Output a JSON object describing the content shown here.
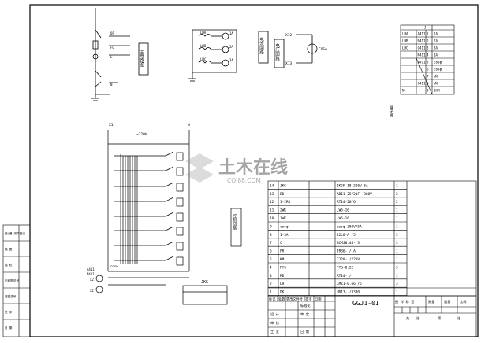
{
  "power_source": {
    "title": "主电路图",
    "voltage": "~220V",
    "bus_left": "X1",
    "bus_right": "N",
    "components": [
      "QF",
      "FU",
      "L",
      "N"
    ]
  },
  "current_circuit": {
    "title": "电流回路",
    "meters": [
      "LHA",
      "LHB",
      "LHC"
    ],
    "ammeter_labels": [
      "1A",
      "2A",
      "3A"
    ]
  },
  "voltage_circuit": {
    "title": "电压回路",
    "terminals": [
      "X12",
      "X13"
    ],
    "meter": "COSφ"
  },
  "control_circuit": {
    "title": "控制回路",
    "bottom_labels": [
      "A411",
      "N411",
      "cosφ",
      "X2",
      "X2"
    ],
    "terminal_block": "JKG"
  },
  "terminal_table": {
    "title": "端子排",
    "header": "J",
    "rows": [
      [
        "LHA",
        "A411",
        "1",
        "1A"
      ],
      [
        "LHB",
        "B411",
        "2",
        "2A"
      ],
      [
        "LHC",
        "C411",
        "3",
        "3A"
      ],
      [
        "",
        "N411",
        "4",
        "3A"
      ],
      [
        "",
        "A411",
        "5",
        "cosφ"
      ],
      [
        "",
        "",
        "6",
        "cosφ"
      ],
      [
        "",
        "",
        "7",
        "WK"
      ],
      [
        "",
        "C411",
        "8",
        "WK"
      ],
      [
        "N",
        "",
        "9",
        "1KM"
      ]
    ]
  },
  "parts_table": {
    "rows": [
      [
        "14",
        "JKG",
        "JKGF-18 220V 5A",
        "1"
      ],
      [
        "13",
        "BD",
        "AD11-25/21F ~380V",
        "2"
      ],
      [
        "12",
        "1-2RD",
        "RT14-20/6",
        "2"
      ],
      [
        "11",
        "2WK",
        "LW5-16",
        "1"
      ],
      [
        "10",
        "1WK",
        "LW5-16",
        "1"
      ],
      [
        "9",
        "cosφ",
        "cosφ-380V/5A",
        "1"
      ],
      [
        "8",
        "1-3A",
        "42L6-A /5",
        "3"
      ],
      [
        "7",
        "C",
        "BCMJ0.44- 3",
        "3"
      ],
      [
        "6",
        "FR",
        "JR36- / A",
        "1"
      ],
      [
        "5",
        "KM",
        "CJ20- /220V",
        "1"
      ],
      [
        "4",
        "FYS",
        "FYS-0.22",
        "3"
      ],
      [
        "3",
        "RD",
        "RT14- /",
        "1"
      ],
      [
        "2",
        "LH",
        "LMZ1-0.66 /5",
        "3"
      ],
      [
        "1",
        "DK",
        "HD13- /3300",
        "1"
      ]
    ]
  },
  "left_strip": [
    "借(通)用件登记",
    "描 图",
    "描 校",
    "旧底图总号",
    "底图总号",
    "签 字",
    "日 期"
  ],
  "title_block": {
    "drawing_no": "GGJ1-01",
    "revision_headers": [
      "标记",
      "处数",
      "更改文件号",
      "签字",
      "日期"
    ],
    "sign_rows": [
      "设 计",
      "审 核",
      "工 艺"
    ],
    "sign_rows_right": [
      "标准化",
      "审 定",
      "日 期"
    ],
    "stage_headers": [
      "图 样 标 记",
      "数量",
      "重量",
      "比例"
    ],
    "sheet_info": [
      "共",
      "张",
      "第",
      "张"
    ]
  },
  "watermark": {
    "text": "土木在线",
    "subtext": "COI88.COM"
  }
}
